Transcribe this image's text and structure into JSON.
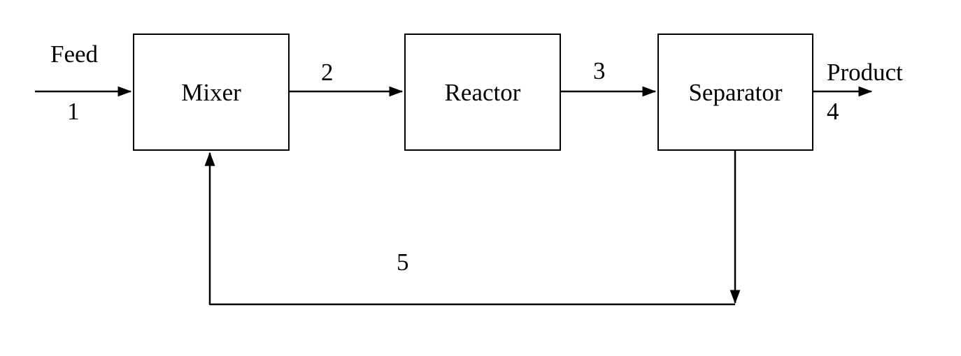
{
  "diagram": {
    "background_color": "#ffffff",
    "line_color": "#000000",
    "nodes": {
      "mixer": {
        "label": "Mixer"
      },
      "reactor": {
        "label": "Reactor"
      },
      "separator": {
        "label": "Separator"
      }
    },
    "streams": {
      "s1": {
        "number": "1",
        "name": "Feed",
        "from": "feed-inlet",
        "to": "mixer"
      },
      "s2": {
        "number": "2",
        "from": "mixer",
        "to": "reactor"
      },
      "s3": {
        "number": "3",
        "from": "reactor",
        "to": "separator"
      },
      "s4": {
        "number": "4",
        "name": "Product",
        "from": "separator",
        "to": "product-outlet"
      },
      "s5": {
        "number": "5",
        "kind": "recycle",
        "from": "separator",
        "to": "mixer"
      }
    }
  }
}
